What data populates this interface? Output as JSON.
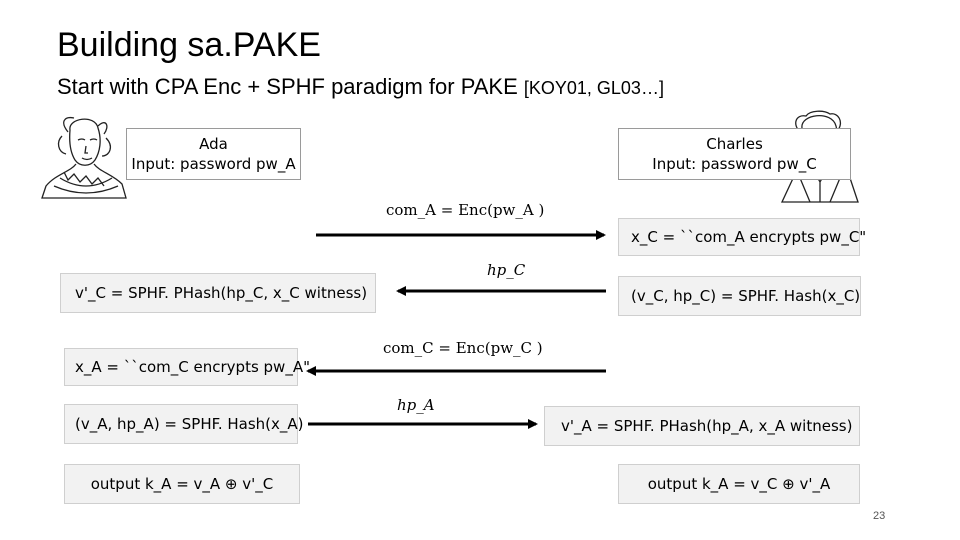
{
  "slide": {
    "title": "Building sa.PAKE",
    "subtitle_main": "Start with CPA Enc + SPHF paradigm for PAKE ",
    "subtitle_cite": "[KOY01, GL03…]",
    "page_number": "23"
  },
  "parties": {
    "left_name": "Ada",
    "left_input": "Input: password pw_A",
    "right_name": "Charles",
    "right_input": "Input: password pw_C"
  },
  "messages": {
    "m1": "com_A = Enc(pw_A )",
    "m2": "hp_C",
    "m3": "com_C = Enc(pw_C )",
    "m4": "hp_A"
  },
  "boxes": {
    "right_witness": "x_C = ``com_A encrypts pw_C\"",
    "right_hash": "(v_C, hp_C) = SPHF. Hash(x_C)",
    "left_phash": "v'_C = SPHF. PHash(hp_C, x_C witness)",
    "left_witness": "x_A = ``com_C encrypts pw_A\"",
    "left_hash": "(v_A, hp_A) = SPHF. Hash(x_A)",
    "right_phash": "v'_A = SPHF. PHash(hp_A, x_A witness)",
    "left_output": "output k_A = v_A ⊕ v'_C",
    "right_output": "output k_A = v_C ⊕ v'_A"
  },
  "colors": {
    "box_fill": "#f2f2f2",
    "arrow": "#000000"
  }
}
